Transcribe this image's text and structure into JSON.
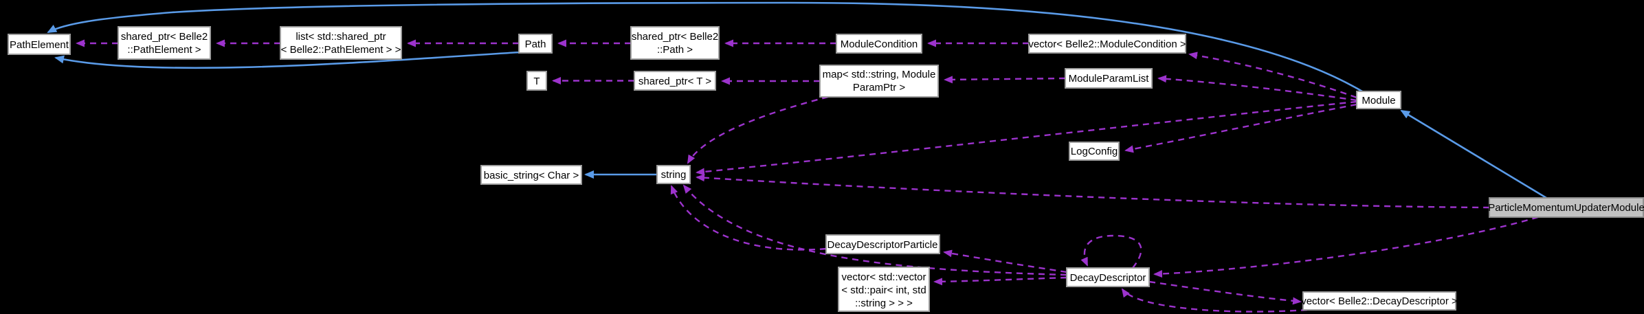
{
  "diagram": {
    "title": "ParticleMomentumUpdaterModule collaboration graph",
    "colors": {
      "background": "#000000",
      "usage_edge": "#9C33CC",
      "inheritance_edge": "#5A9BE8",
      "node_fill": "#ffffff",
      "node_border": "#9e9e9e",
      "node_text": "#000000",
      "highlight_fill": "#c2c2c2",
      "highlight_border": "#8f8f8f"
    },
    "nodes": [
      {
        "id": "pathelement",
        "lines": [
          "PathElement"
        ]
      },
      {
        "id": "shared-ptr-pathelement",
        "lines": [
          "shared_ptr< Belle2",
          "::PathElement >"
        ]
      },
      {
        "id": "list-shared-ptr-pathelement",
        "lines": [
          "list< std::shared_ptr",
          "< Belle2::PathElement > >"
        ]
      },
      {
        "id": "path",
        "lines": [
          "Path"
        ]
      },
      {
        "id": "shared-ptr-path",
        "lines": [
          "shared_ptr< Belle2",
          "::Path >"
        ]
      },
      {
        "id": "modulecondition",
        "lines": [
          "ModuleCondition"
        ]
      },
      {
        "id": "vector-modulecondition",
        "lines": [
          "vector< Belle2::ModuleCondition >"
        ]
      },
      {
        "id": "t",
        "lines": [
          "T"
        ]
      },
      {
        "id": "shared-ptr-t",
        "lines": [
          "shared_ptr< T >"
        ]
      },
      {
        "id": "map-moduleparamptr",
        "lines": [
          "map< std::string, Module",
          "ParamPtr >"
        ]
      },
      {
        "id": "moduleparamlist",
        "lines": [
          "ModuleParamList"
        ]
      },
      {
        "id": "module",
        "lines": [
          "Module"
        ]
      },
      {
        "id": "logconfig",
        "lines": [
          "LogConfig"
        ]
      },
      {
        "id": "basic-string-char",
        "lines": [
          "basic_string< Char >"
        ]
      },
      {
        "id": "string",
        "lines": [
          "string"
        ]
      },
      {
        "id": "particlemomentumupdatermodule",
        "lines": [
          "ParticleMomentumUpdaterModule"
        ],
        "highlight": true
      },
      {
        "id": "decaydescriptorparticle",
        "lines": [
          "DecayDescriptorParticle"
        ]
      },
      {
        "id": "vector-pair-int-string",
        "lines": [
          "vector< std::vector",
          "< std::pair< int, std",
          "::string > > >"
        ]
      },
      {
        "id": "decaydescriptor",
        "lines": [
          "DecayDescriptor"
        ]
      },
      {
        "id": "vector-decaydescriptor",
        "lines": [
          "vector< Belle2::DecayDescriptor >"
        ]
      }
    ],
    "edges": [
      {
        "from": "shared_ptr< Belle2::PathElement >",
        "to": "PathElement",
        "style": "usage"
      },
      {
        "from": "list< std::shared_ptr< Belle2::PathElement > >",
        "to": "shared_ptr< Belle2::PathElement >",
        "style": "usage"
      },
      {
        "from": "Path",
        "to": "list< std::shared_ptr< Belle2::PathElement > >",
        "style": "usage"
      },
      {
        "from": "shared_ptr< Belle2::Path >",
        "to": "Path",
        "style": "usage"
      },
      {
        "from": "ModuleCondition",
        "to": "shared_ptr< Belle2::Path >",
        "style": "usage"
      },
      {
        "from": "vector< Belle2::ModuleCondition >",
        "to": "ModuleCondition",
        "style": "usage"
      },
      {
        "from": "Module",
        "to": "vector< Belle2::ModuleCondition >",
        "style": "usage"
      },
      {
        "from": "shared_ptr< T >",
        "to": "T",
        "style": "usage"
      },
      {
        "from": "map< std::string, ModuleParamPtr >",
        "to": "shared_ptr< T >",
        "style": "usage"
      },
      {
        "from": "ModuleParamList",
        "to": "map< std::string, ModuleParamPtr >",
        "style": "usage"
      },
      {
        "from": "Module",
        "to": "ModuleParamList",
        "style": "usage"
      },
      {
        "from": "Module",
        "to": "LogConfig",
        "style": "usage"
      },
      {
        "from": "Module",
        "to": "string",
        "style": "usage"
      },
      {
        "from": "map< std::string, ModuleParamPtr >",
        "to": "string",
        "style": "usage"
      },
      {
        "from": "ParticleMomentumUpdaterModule",
        "to": "string",
        "style": "usage"
      },
      {
        "from": "DecayDescriptorParticle",
        "to": "string",
        "style": "usage"
      },
      {
        "from": "DecayDescriptor",
        "to": "string",
        "style": "usage"
      },
      {
        "from": "DecayDescriptor",
        "to": "DecayDescriptorParticle",
        "style": "usage"
      },
      {
        "from": "DecayDescriptor",
        "to": "vector< std::vector< std::pair< int, std::string > > >",
        "style": "usage"
      },
      {
        "from": "ParticleMomentumUpdaterModule",
        "to": "DecayDescriptor",
        "style": "usage"
      },
      {
        "from": "DecayDescriptor",
        "to": "DecayDescriptor",
        "style": "usage"
      },
      {
        "from": "DecayDescriptor",
        "to": "vector< Belle2::DecayDescriptor >",
        "style": "usage"
      },
      {
        "from": "vector< Belle2::DecayDescriptor >",
        "to": "DecayDescriptor",
        "style": "usage"
      },
      {
        "from": "string",
        "to": "basic_string< Char >",
        "style": "inheritance"
      },
      {
        "from": "Path",
        "to": "PathElement",
        "style": "inheritance"
      },
      {
        "from": "Module",
        "to": "PathElement",
        "style": "inheritance"
      },
      {
        "from": "ParticleMomentumUpdaterModule",
        "to": "Module",
        "style": "inheritance"
      }
    ]
  }
}
